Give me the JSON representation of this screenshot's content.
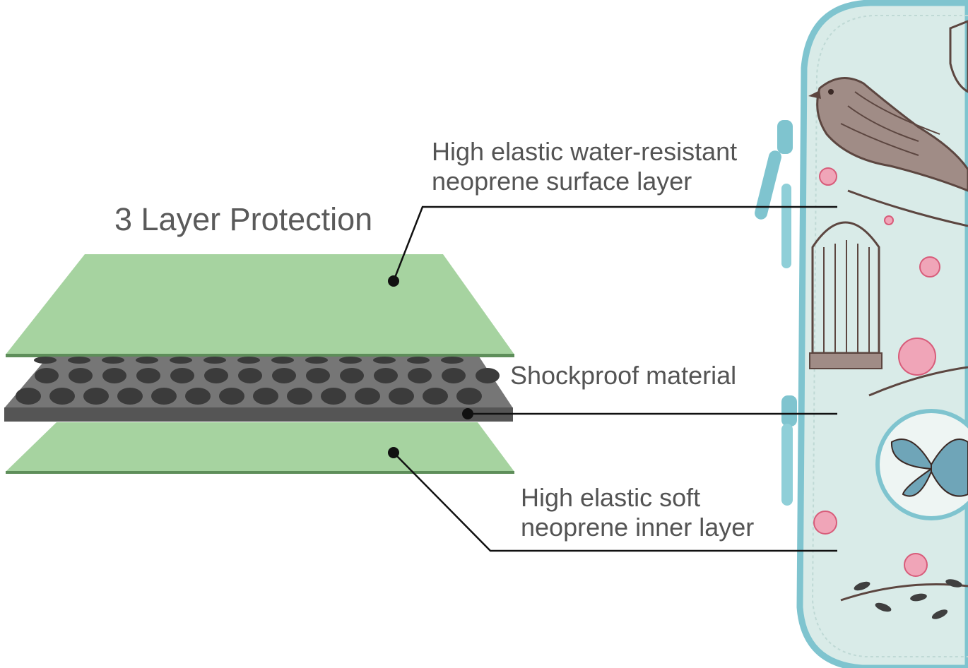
{
  "heading": "3 Layer Protection",
  "callouts": {
    "surface_layer": {
      "line1": "High elastic water-resistant",
      "line2": "neoprene surface layer"
    },
    "middle_layer": {
      "line1": "Shockproof material"
    },
    "inner_layer": {
      "line1": "High elastic soft",
      "line2": "neoprene inner layer"
    }
  },
  "colors": {
    "layer_green": "#a6d3a0",
    "layer_green_edge": "#5e8e5a",
    "shock_top": "#767676",
    "shock_side": "#555555",
    "shock_dots": "#3b3b3b",
    "sleeve_fabric": "#d9ebe8",
    "sleeve_zipper": "#7fc4cf",
    "text": "#545454"
  }
}
